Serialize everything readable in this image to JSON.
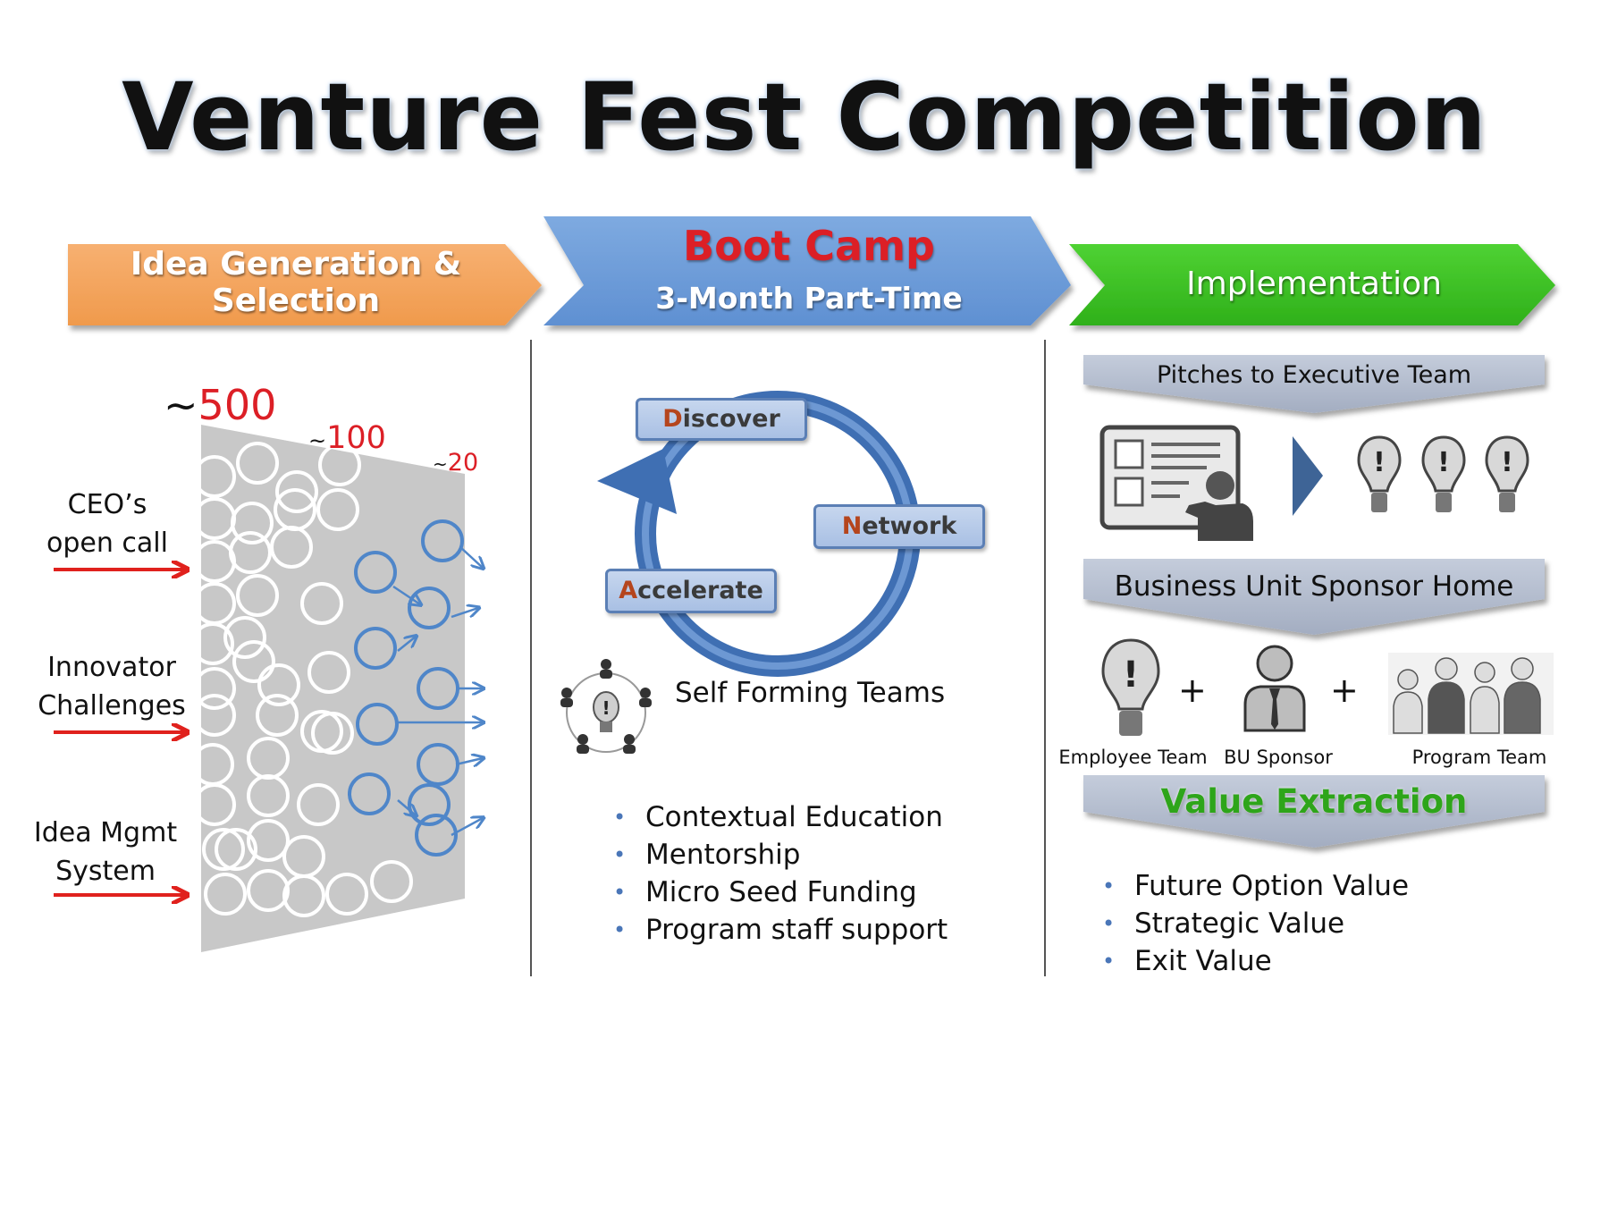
{
  "title": "Venture Fest Competition",
  "colors": {
    "orange": "#f5a55c",
    "blue": "#6f9fdb",
    "green": "#3cc021",
    "red_text": "#dc1f26",
    "chevron_gray": "#aeb8cb",
    "circle_blue": "#4f86c9"
  },
  "phases": [
    {
      "title": "Idea Generation &",
      "title2": "Selection"
    },
    {
      "title": "Boot Camp",
      "subtitle": "3-Month Part-Time"
    },
    {
      "title": "Implementation"
    }
  ],
  "funnel": {
    "counts": {
      "c500_tilde": "~",
      "c500": "500",
      "c100_tilde": "~",
      "c100": "100",
      "c20_tilde": "~",
      "c20": "20"
    },
    "sources": [
      {
        "line1": "CEO’s",
        "line2": "open call"
      },
      {
        "line1": "Innovator",
        "line2": "Challenges"
      },
      {
        "line1": "Idea Mgmt",
        "line2": "System"
      }
    ]
  },
  "cycle": {
    "discover_first": "D",
    "discover_rest": "iscover",
    "network_first": "N",
    "network_rest": "etwork",
    "accelerate_first": "A",
    "accelerate_rest": "ccelerate"
  },
  "teams_label": "Self Forming Teams",
  "bootcamp_bullets": [
    "Contextual Education",
    "Mentorship",
    "Micro Seed Funding",
    "Program staff support"
  ],
  "bullet_glyph": "•",
  "implementation": {
    "chevrons": [
      "Pitches to Executive Team",
      "Business Unit Sponsor Home",
      "Value Extraction"
    ],
    "plus": "+",
    "people_labels": [
      "Employee Team",
      "BU Sponsor",
      "Program Team"
    ],
    "bullets": [
      "Future Option Value",
      "Strategic Value",
      "Exit Value"
    ]
  },
  "icons": [
    "presentation-board-icon",
    "play-arrow-icon",
    "lightbulb-idea-icon",
    "team-network-icon",
    "sponsor-person-icon",
    "people-group-icon"
  ]
}
